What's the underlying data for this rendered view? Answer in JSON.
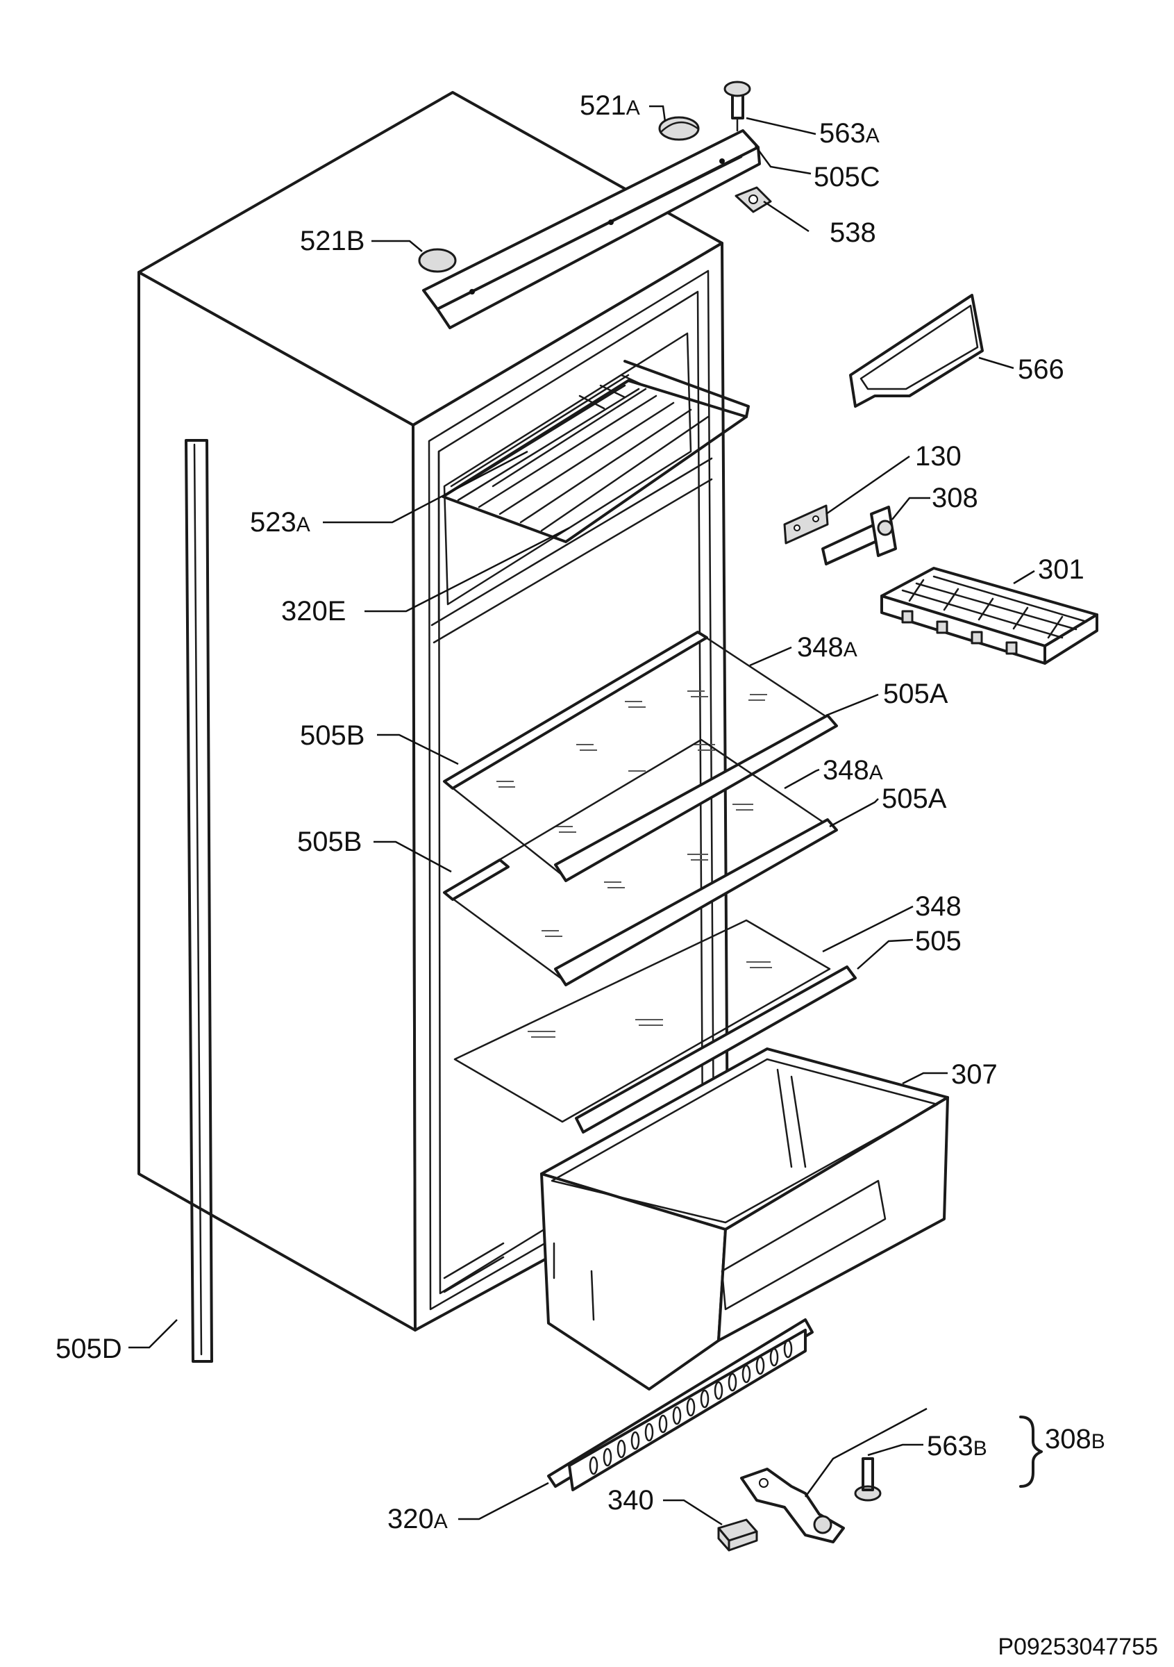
{
  "labels": {
    "l_521A": {
      "main": "521",
      "sub": "A"
    },
    "l_563A": {
      "main": "563",
      "sub": "A"
    },
    "l_505C": {
      "main": "505C",
      "sub": ""
    },
    "l_538": {
      "main": "538",
      "sub": ""
    },
    "l_521B": {
      "main": "521B",
      "sub": ""
    },
    "l_566": {
      "main": "566",
      "sub": ""
    },
    "l_130": {
      "main": "130",
      "sub": ""
    },
    "l_308": {
      "main": "308",
      "sub": ""
    },
    "l_523A": {
      "main": "523",
      "sub": "A"
    },
    "l_301": {
      "main": "301",
      "sub": ""
    },
    "l_320E": {
      "main": "320E",
      "sub": ""
    },
    "l_348A_1": {
      "main": "348",
      "sub": "A"
    },
    "l_505A_1": {
      "main": "505A",
      "sub": ""
    },
    "l_505B_1": {
      "main": "505B",
      "sub": ""
    },
    "l_348A_2": {
      "main": "348",
      "sub": "A"
    },
    "l_505A_2": {
      "main": "505A",
      "sub": ""
    },
    "l_505B_2": {
      "main": "505B",
      "sub": ""
    },
    "l_348": {
      "main": "348",
      "sub": ""
    },
    "l_505": {
      "main": "505",
      "sub": ""
    },
    "l_307": {
      "main": "307",
      "sub": ""
    },
    "l_505D": {
      "main": "505D",
      "sub": ""
    },
    "l_563B": {
      "main": "563",
      "sub": "B"
    },
    "l_308B": {
      "main": "308",
      "sub": "B"
    },
    "l_320A": {
      "main": "320",
      "sub": "A"
    },
    "l_340": {
      "main": "340",
      "sub": ""
    }
  },
  "reference": "P09253047755"
}
